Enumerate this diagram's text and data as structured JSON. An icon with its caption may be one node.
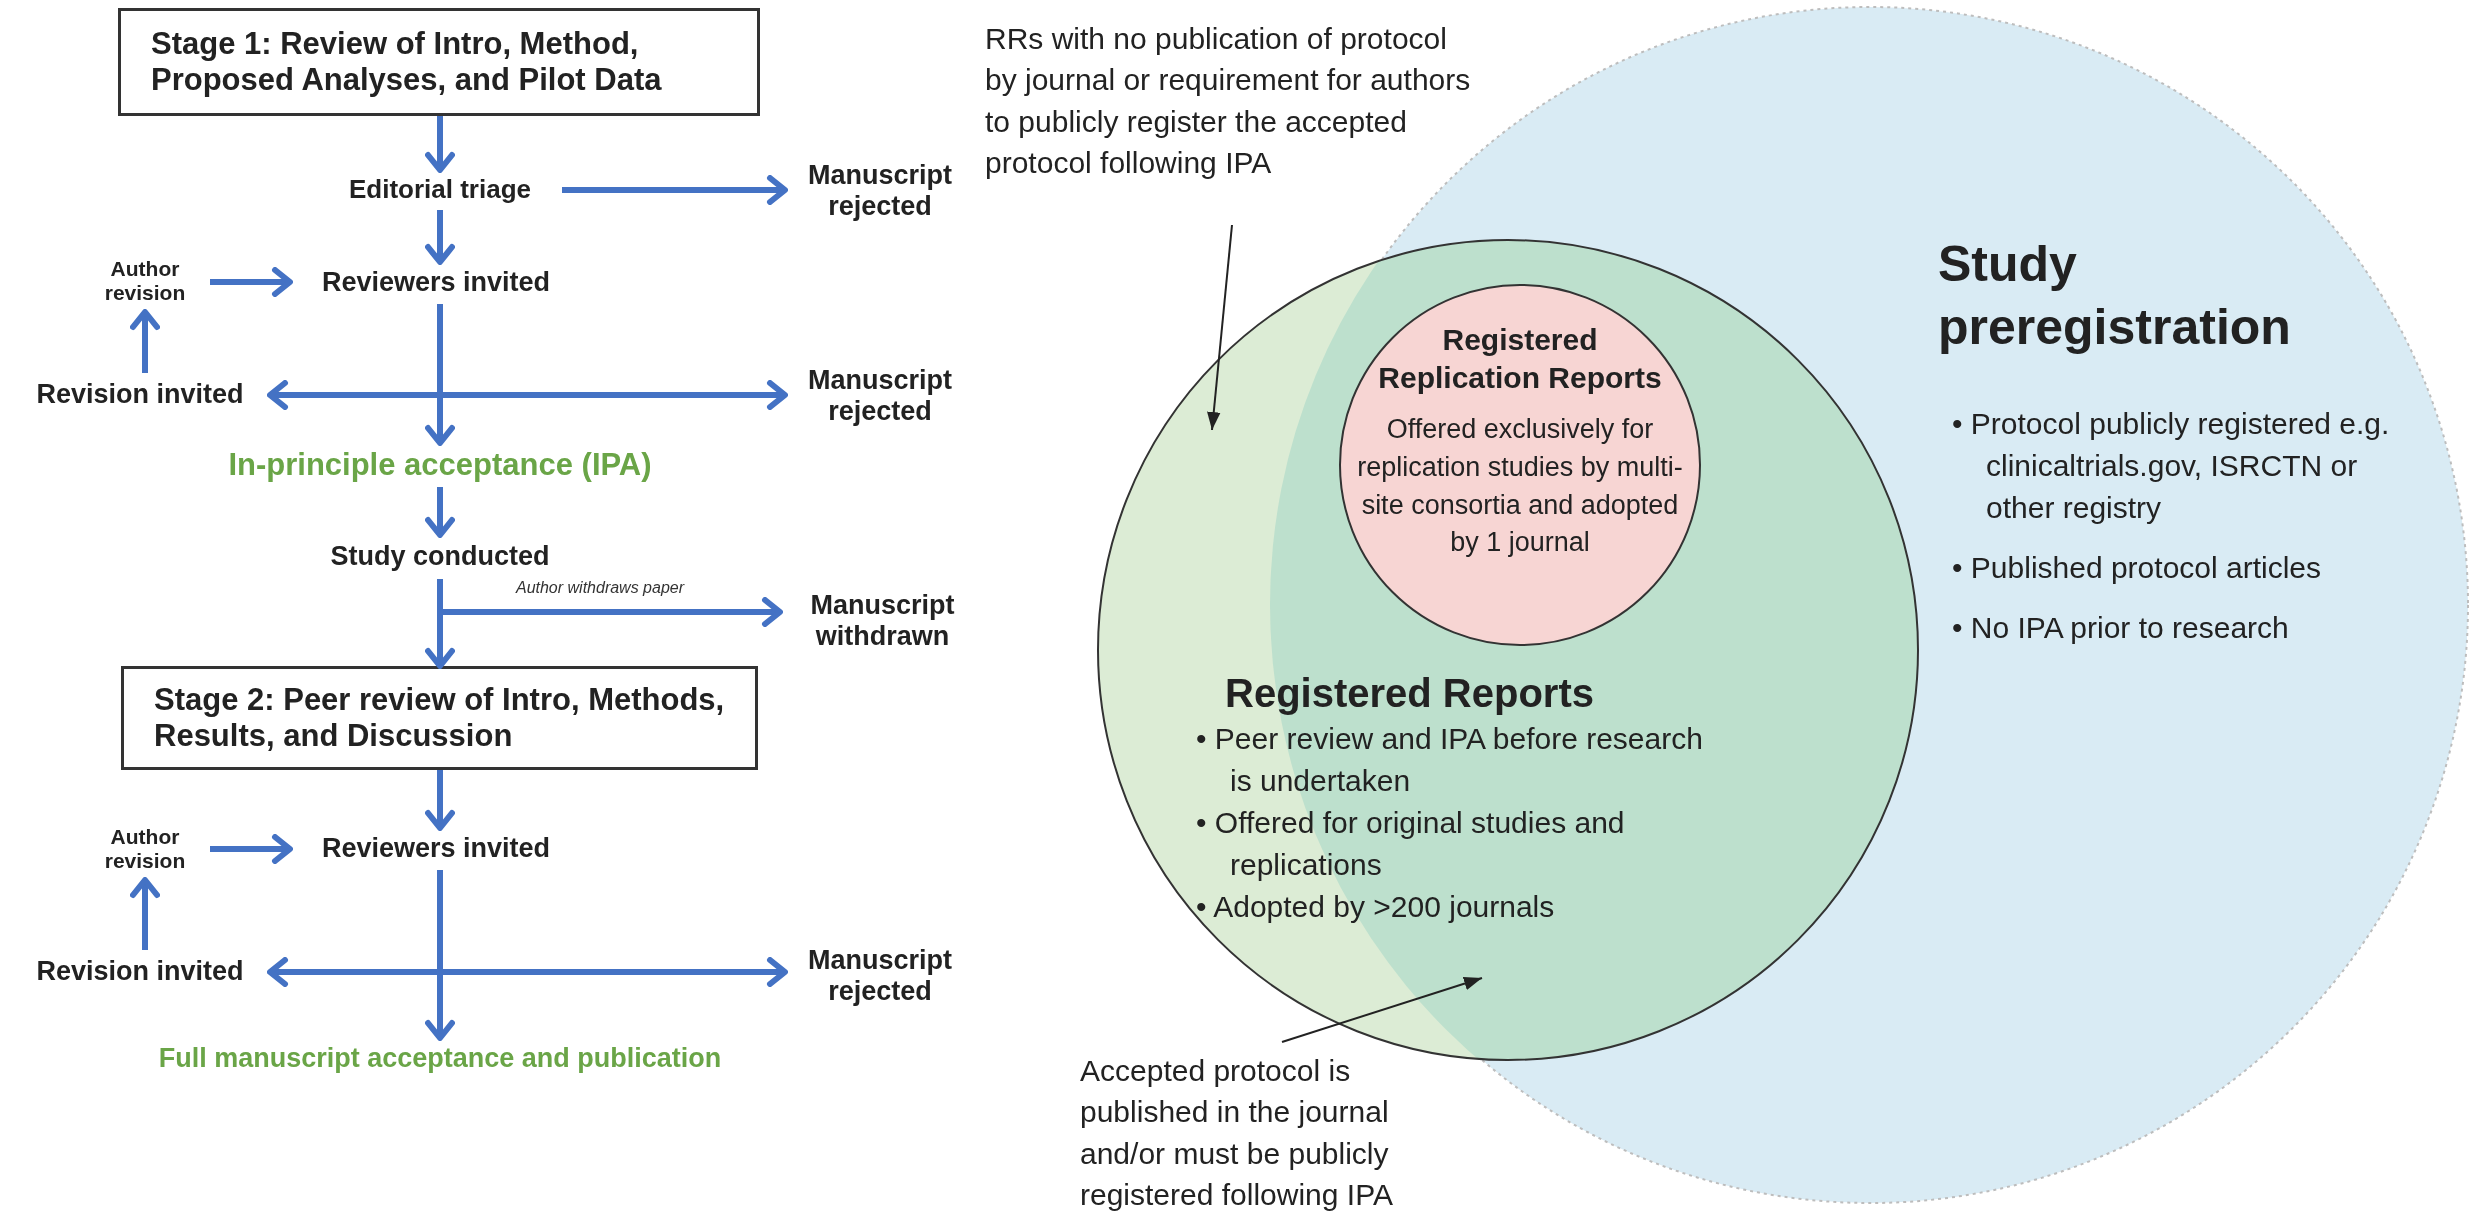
{
  "diagram": {
    "nodes": [
      {
        "text": [
          "Stage 1: Review of Intro, Method, Proposed Analyses, and Pilot Data"
        ]
      },
      {
        "text": [
          "Editorial triage"
        ]
      },
      {
        "text": [
          "Manuscript rejected"
        ]
      },
      {
        "text": [
          "Author revision"
        ]
      },
      {
        "text": [
          "Reviewers invited"
        ]
      },
      {
        "text": [
          "Revision invited"
        ]
      },
      {
        "text": [
          "Manuscript rejected"
        ]
      },
      {
        "text": [
          "In-principle acceptance (IPA)"
        ]
      },
      {
        "text": [
          "Study conducted"
        ]
      },
      {
        "text": [
          "Manuscript withdrawn"
        ]
      },
      {
        "text": [
          "Stage 2: Peer review of Intro, Methods, Results, and Discussion"
        ]
      },
      {
        "text": [
          "Reviewers invited"
        ]
      },
      {
        "text": [
          "Author revision"
        ]
      },
      {
        "text": [
          "Revision invited"
        ]
      },
      {
        "text": [
          "Manuscript rejected"
        ]
      },
      {
        "text": [
          "Full manuscript acceptance and publication"
        ]
      },
      {
        "text": [
          "RRs with no publication of protocol by journal or requirement for authors to publicly register the accepted protocol following IPA"
        ]
      },
      {
        "text": [
          "Study preregistration",
          "• Protocol publicly registered e.g. clinicaltrials.gov, ISRCTN or other registry",
          "• Published protocol articles",
          "• No IPA prior to research"
        ]
      },
      {
        "text": [
          "Registered Reports",
          "• Peer review and IPA before research is undertaken",
          "• Offered for original studies and replications",
          "• Adopted by >200 journals"
        ]
      },
      {
        "text": [
          "Registered Replication Reports",
          "Offered exclusively for replication studies by multi-site consortia and adopted by 1 journal"
        ]
      },
      {
        "text": [
          "Accepted protocol is published in the journal and/or must be publicly registered following IPA"
        ]
      }
    ],
    "edges": [
      {
        "from": 0,
        "to": 1,
        "arrow": "to"
      },
      {
        "from": 1,
        "to": 2,
        "arrow": "to"
      },
      {
        "from": 1,
        "to": 4,
        "arrow": "to"
      },
      {
        "from": 3,
        "to": 4,
        "arrow": "to"
      },
      {
        "from": 5,
        "to": 3,
        "arrow": "to"
      },
      {
        "from": 4,
        "to": 7,
        "arrow": "to"
      },
      {
        "from": 4,
        "to": 5,
        "arrow": "to"
      },
      {
        "from": 4,
        "to": 6,
        "arrow": "to"
      },
      {
        "from": 7,
        "to": 8,
        "arrow": "to"
      },
      {
        "from": 8,
        "to": 10,
        "arrow": "to"
      },
      {
        "from": 8,
        "to": 9,
        "arrow": "to",
        "label": "Author withdraws paper"
      },
      {
        "from": 10,
        "to": 11,
        "arrow": "to"
      },
      {
        "from": 12,
        "to": 11,
        "arrow": "to"
      },
      {
        "from": 13,
        "to": 12,
        "arrow": "to"
      },
      {
        "from": 11,
        "to": 15,
        "arrow": "to"
      },
      {
        "from": 11,
        "to": 13,
        "arrow": "to"
      },
      {
        "from": 11,
        "to": 14,
        "arrow": "to"
      },
      {
        "from": 16,
        "to": 18,
        "arrow": "to",
        "color": "#222222"
      },
      {
        "from": 20,
        "to": 17,
        "arrow": "to",
        "color": "#222222"
      }
    ]
  }
}
